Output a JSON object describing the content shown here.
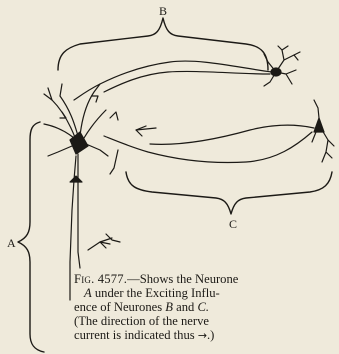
{
  "figure": {
    "labels": {
      "b": "B",
      "c": "C",
      "a": "A"
    }
  },
  "caption": {
    "fig_label": "Fig. 4577.",
    "l1_rest": "—Shows the Neurone",
    "l2_a": "A",
    "l2_rest": " under the Exciting Influ-",
    "l3_pre": "ence of Neurones ",
    "l3_b": "B",
    "l3_and": " and ",
    "l3_c": "C.",
    "l4": "(The direction of the nerve",
    "l5": "current is indicated thus",
    "l5_arrow": "→",
    "l5_end": ".)"
  },
  "colors": {
    "ink": "#1c1a16",
    "paper": "#efeadb"
  }
}
